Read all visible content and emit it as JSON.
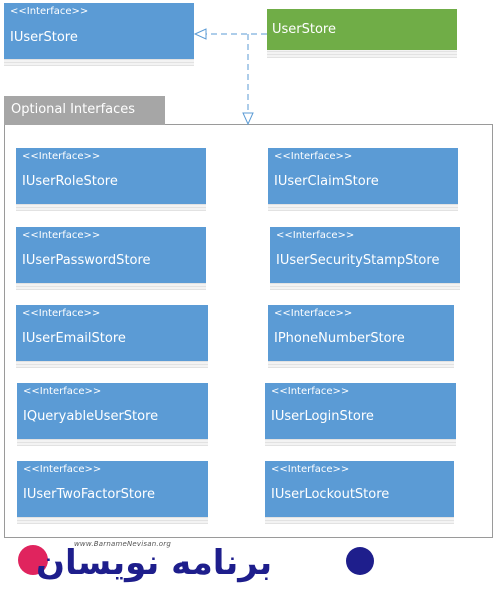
{
  "top_interface": {
    "stereotype": "<<Interface>>",
    "name": "IUserStore"
  },
  "implementation": {
    "name": "UserStore"
  },
  "group": {
    "title": "Optional Interfaces"
  },
  "optional_interfaces": [
    {
      "stereotype": "<<Interface>>",
      "name": "IUserRoleStore"
    },
    {
      "stereotype": "<<Interface>>",
      "name": "IUserClaimStore"
    },
    {
      "stereotype": "<<Interface>>",
      "name": "IUserPasswordStore"
    },
    {
      "stereotype": "<<Interface>>",
      "name": "IUserSecurityStampStore"
    },
    {
      "stereotype": "<<Interface>>",
      "name": "IUserEmailStore"
    },
    {
      "stereotype": "<<Interface>>",
      "name": "IPhoneNumberStore"
    },
    {
      "stereotype": "<<Interface>>",
      "name": "IQueryableUserStore"
    },
    {
      "stereotype": "<<Interface>>",
      "name": "IUserLoginStore"
    },
    {
      "stereotype": "<<Interface>>",
      "name": "IUserTwoFactorStore"
    },
    {
      "stereotype": "<<Interface>>",
      "name": "IUserLockoutStore"
    }
  ],
  "watermark": {
    "url": "www.BarnameNevisan.org",
    "word": "برنامه نویسان"
  },
  "colors": {
    "interface_fill": "#5b9bd5",
    "class_fill": "#70ad47",
    "group_tab": "#a6a6a6",
    "connector": "#5b9bd5"
  }
}
